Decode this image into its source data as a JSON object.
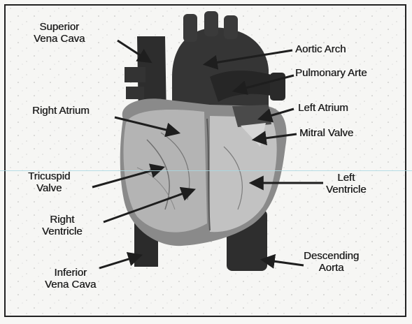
{
  "labels": {
    "superior_vena_cava": [
      "Superior",
      "Vena Cava"
    ],
    "aortic_arch": "Aortic Arch",
    "pulmonary_artery": "Pulmonary Arte",
    "right_atrium": "Right Atrium",
    "left_atrium": "Left Atrium",
    "mitral_valve": "Mitral Valve",
    "tricuspid_valve": [
      "Tricuspid",
      "Valve"
    ],
    "left_ventricle": [
      "Left",
      "Ventricle"
    ],
    "right_ventricle": [
      "Right",
      "Ventricle"
    ],
    "descending_aorta": [
      "Descending",
      "Aorta"
    ],
    "inferior_vena_cava": [
      "Inferior",
      "Vena Cava"
    ]
  },
  "colors": {
    "heart_dark": "#3a3a3a",
    "heart_mid": "#7a7a7a",
    "heart_light": "#b9b9b9",
    "vessel": "#2b2b2b",
    "arrow": "#1e1e1e",
    "scanline": "#a9d8e2"
  }
}
